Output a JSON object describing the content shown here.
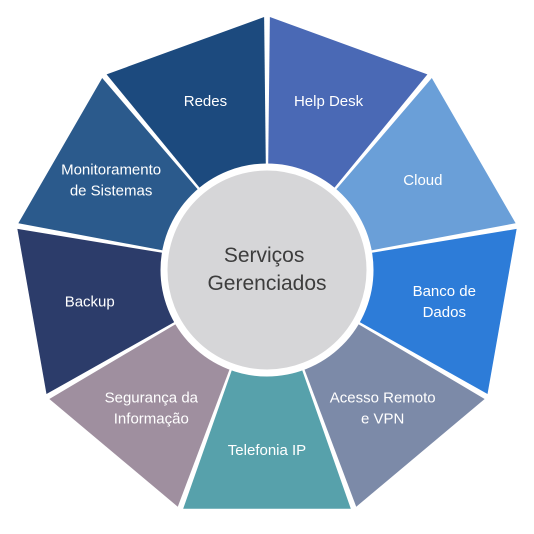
{
  "center": {
    "line1": "Serviços",
    "line2": "Gerenciados",
    "fill": "#d6d6d8",
    "text_color": "#3d3d3d"
  },
  "segments": [
    {
      "name": "help-desk",
      "lines": [
        "Help Desk"
      ],
      "color": "#4a69b5"
    },
    {
      "name": "cloud",
      "lines": [
        "Cloud"
      ],
      "color": "#6a9fd8"
    },
    {
      "name": "banco-de-dados",
      "lines": [
        "Banco de",
        "Dados"
      ],
      "color": "#2d7cd8"
    },
    {
      "name": "acesso-remoto-vpn",
      "lines": [
        "Acesso Remoto",
        "e VPN"
      ],
      "color": "#7c8aa8"
    },
    {
      "name": "telefonia-ip",
      "lines": [
        "Telefonia IP"
      ],
      "color": "#57a1ab"
    },
    {
      "name": "seguranca-da-informacao",
      "lines": [
        "Segurança da",
        "Informação"
      ],
      "color": "#9f8f9f"
    },
    {
      "name": "backup",
      "lines": [
        "Backup"
      ],
      "color": "#2c3c6a"
    },
    {
      "name": "monitoramento-de-sistemas",
      "lines": [
        "Monitoramento",
        "de Sistemas"
      ],
      "color": "#2b5a8c"
    },
    {
      "name": "redes",
      "lines": [
        "Redes"
      ],
      "color": "#1c4a7e"
    }
  ]
}
